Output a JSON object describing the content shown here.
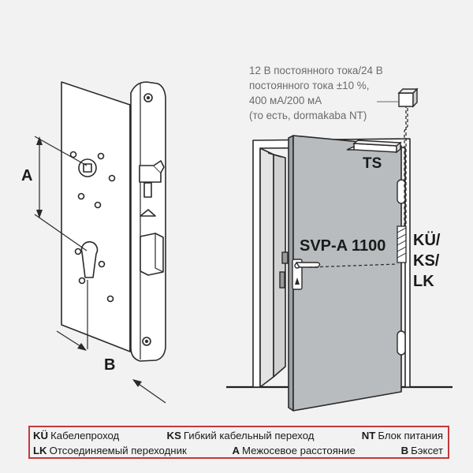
{
  "labels": {
    "dim_a": "A",
    "dim_b": "B",
    "closer": "TS",
    "lock_model": "SVP-A 1100",
    "cable_lines": [
      "KÜ/",
      "KS/",
      "LK"
    ]
  },
  "power_note": {
    "lines": [
      "12 В постоянного тока/24 В",
      "постоянного тока ±10 %,",
      "400 мА/200 мА",
      "(то есть, dormakaba NT)"
    ]
  },
  "legend": {
    "row1": [
      {
        "code": "KÜ",
        "text": "Кабелепроход"
      },
      {
        "code": "KS",
        "text": "Гибкий кабельный переход"
      },
      {
        "code": "NT",
        "text": "Блок питания"
      }
    ],
    "row2": [
      {
        "code": "LK",
        "text": "Отсоединяемый переходник"
      },
      {
        "code": "A",
        "text": "Межосевое расстояние"
      },
      {
        "code": "B",
        "text": "Бэксет"
      }
    ]
  },
  "colors": {
    "background": "#f2f2f2",
    "outline": "#2a2a2a",
    "door": "#b9bcbe",
    "legend_border": "#c23a3a",
    "note_text": "#6b6b6b"
  }
}
